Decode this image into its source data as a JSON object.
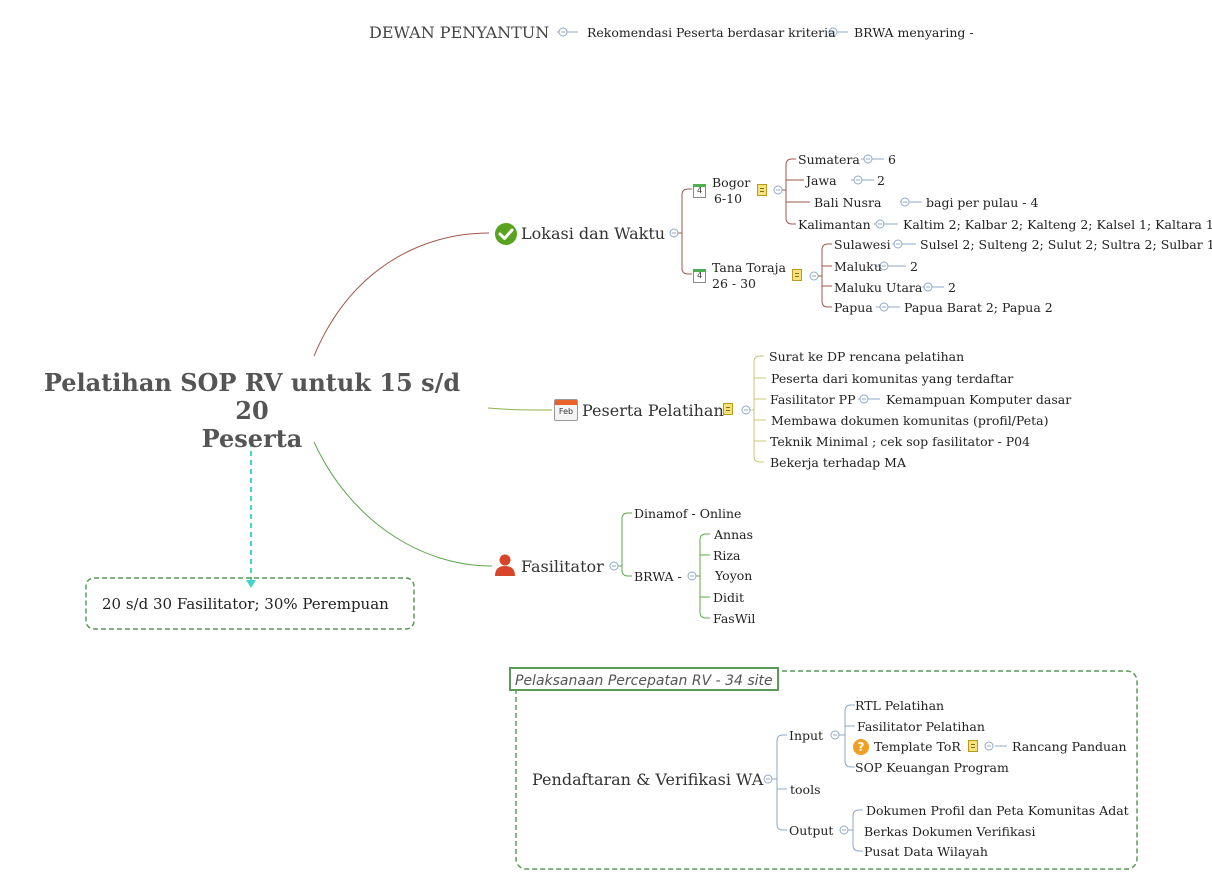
{
  "top_chain": [
    "DEWAN PENYANTUN",
    "Rekomendasi Peserta berdasar kriteria",
    "BRWA menyaring -"
  ],
  "central": {
    "line1": "Pelatihan SOP RV untuk 15 s/d 20",
    "line2": "Peserta"
  },
  "side_box": "20 s/d 30 Fasilitator; 30% Perempuan",
  "lokasi": {
    "label": "Lokasi dan Waktu",
    "bogor": {
      "label1": "Bogor",
      "label2": "6-10",
      "cal": "4",
      "items": [
        {
          "name": "Sumatera",
          "value": "6"
        },
        {
          "name": "Jawa",
          "value": "2"
        },
        {
          "name": "Bali Nusra",
          "value": "bagi per pulau - 4"
        },
        {
          "name": "Kalimantan",
          "value": "Kaltim 2; Kalbar 2; Kalteng 2; Kalsel 1; Kaltara 1"
        }
      ]
    },
    "toraja": {
      "label1": "Tana Toraja",
      "label2": "26 - 30",
      "cal": "4",
      "items": [
        {
          "name": "Sulawesi",
          "value": "Sulsel 2; Sulteng 2; Sulut 2; Sultra 2; Sulbar 1"
        },
        {
          "name": "Maluku",
          "value": "2"
        },
        {
          "name": "Maluku Utara",
          "value": "2"
        },
        {
          "name": "Papua",
          "value": "Papua Barat 2; Papua 2"
        }
      ]
    }
  },
  "peserta": {
    "label": "Peserta Pelatihan",
    "icon_text": "Feb",
    "items": [
      "Surat ke DP rencana pelatihan",
      "Peserta dari komunitas yang terdaftar",
      "Fasilitator PP",
      "Membawa dokumen komunitas (profil/Peta)",
      "Teknik Minimal ; cek sop fasilitator - P04",
      "Bekerja terhadap MA"
    ],
    "fasilitator_pp_child": "Kemampuan Komputer dasar"
  },
  "fasilitator": {
    "label": "Fasilitator",
    "online": "Dinamof - Online",
    "brwa": "BRWA -",
    "brwa_items": [
      "Annas",
      "Riza",
      "Yoyon",
      "Didit",
      "FasWil"
    ]
  },
  "pelaksanaan": {
    "title": "Pelaksanaan Percepatan RV  - 34 site",
    "root": "Pendaftaran & Verifikasi WA",
    "input": {
      "label": "Input",
      "items": [
        "RTL Pelatihan",
        "Fasilitator Pelatihan",
        "Template ToR",
        "SOP Keuangan Program"
      ],
      "tor_child": "Rancang Panduan",
      "question_icon": "?"
    },
    "tools": "tools",
    "output": {
      "label": "Output",
      "items": [
        "Dokumen Profil dan Peta Komunitas Adat",
        "Berkas Dokumen Verifikasi",
        "Pusat Data Wilayah"
      ]
    }
  },
  "colors": {
    "lokasi_line": "#a0584a",
    "peserta_line": "#8fb04a",
    "fasil_line": "#5ca84a",
    "toggle": "#8fa8c8",
    "dashed_box": "#5a9a5a",
    "arrow": "#40d8c8"
  }
}
